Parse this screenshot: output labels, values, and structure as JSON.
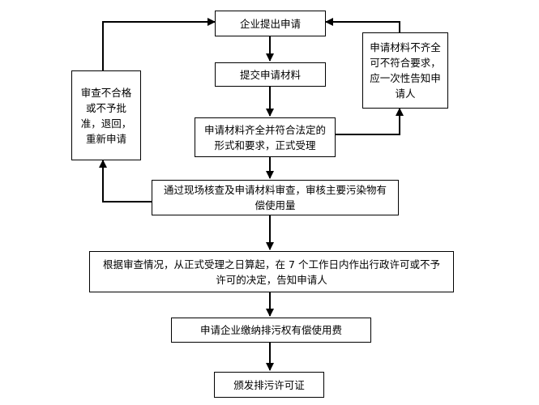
{
  "nodes": {
    "apply": "企业提出申请",
    "submit": "提交申请材料",
    "accept": "申请材料齐全并符合法定的形式和要求，正式受理",
    "review": "通过现场核查及申请材料审查，审核主要污染物有偿使用量",
    "decide": "根据审查情况，从正式受理之日算起，在 7 个工作日内作出行政许可或不予许可的决定，告知申请人",
    "pay": "申请企业缴纳排污权有偿使用费",
    "issue": "颁发排污许可证",
    "incomplete": "申请材料不齐全可不符合要求，应一次性告知申请人",
    "reject": "审查不合格或不予批准，退回，重新申请"
  }
}
